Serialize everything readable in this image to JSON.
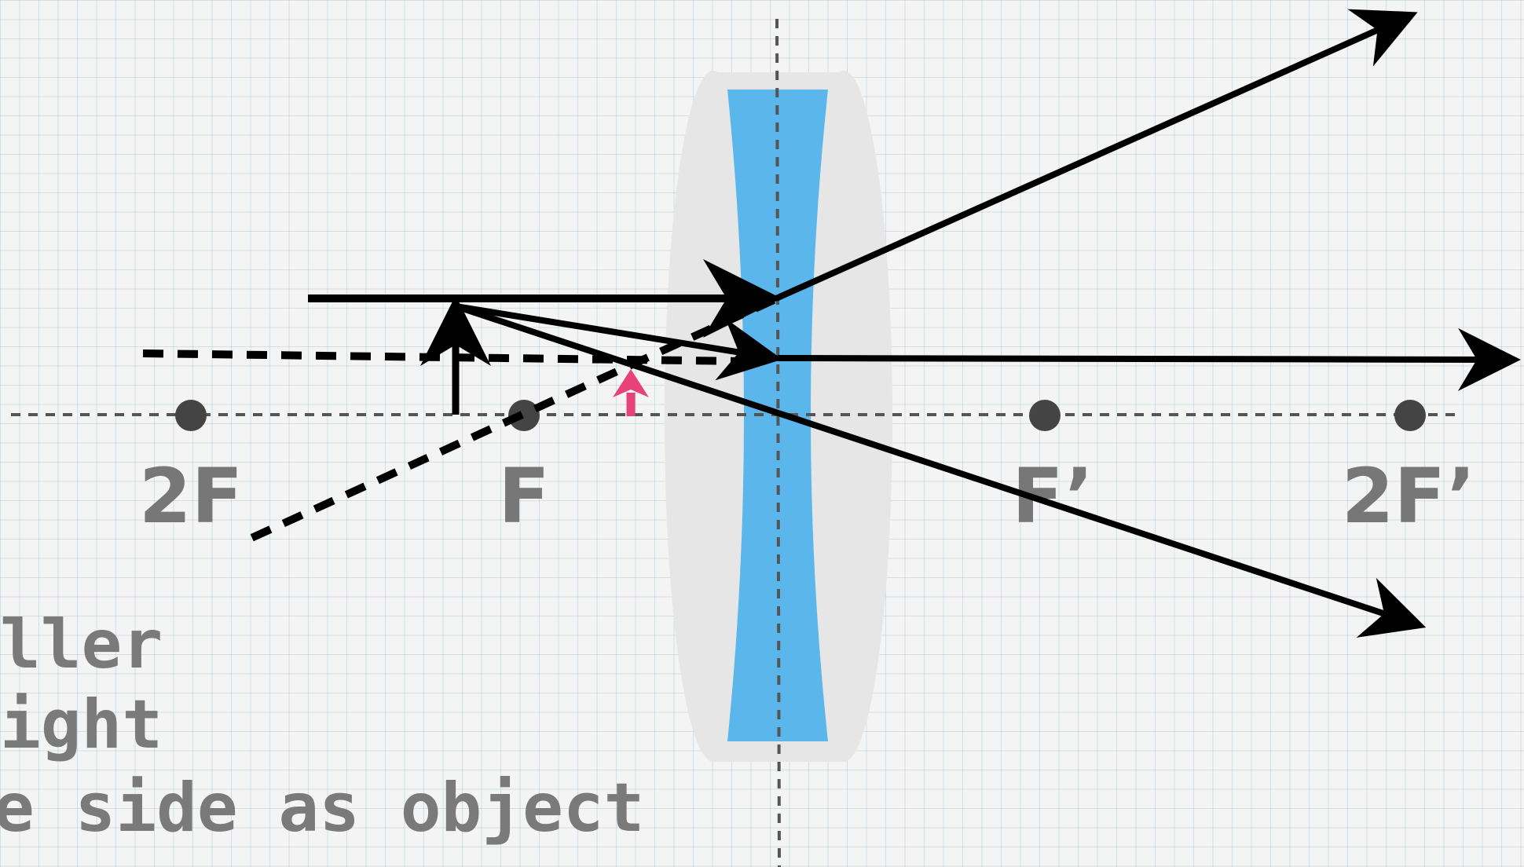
{
  "focal_labels": {
    "two_f": "2F",
    "f": "F",
    "f_prime": "F’",
    "two_f_prime": "2F’"
  },
  "notes": [
    "ller",
    "ight",
    "e side as object"
  ],
  "colors": {
    "lens_fill": "#5bb6ec",
    "lens_glass": "#e6e6e6",
    "ray": "#000000",
    "image_arrow": "#e8427a",
    "focal_point": "#444444",
    "axis": "#555555",
    "label": "#777777"
  }
}
